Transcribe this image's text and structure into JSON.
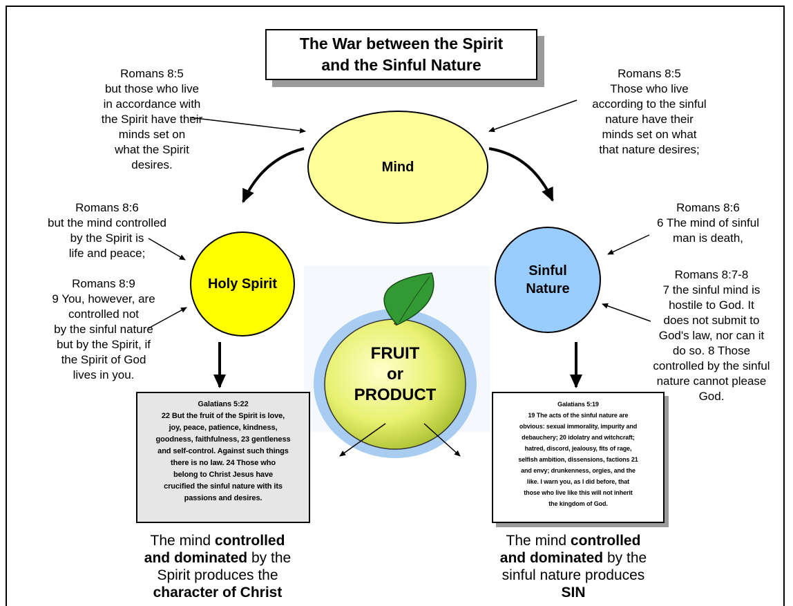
{
  "title": {
    "line1": "The War between the Spirit",
    "line2": "and the Sinful Nature"
  },
  "notes": {
    "top_left": {
      "ref": "Romans 8:5",
      "lines": [
        "but those who live",
        "in accordance with",
        "the Spirit have their",
        "minds set on",
        "what the Spirit",
        "desires."
      ]
    },
    "top_right": {
      "ref": "Romans 8:5",
      "lines": [
        "Those who live",
        "according to the sinful",
        "nature have their",
        "minds set on what",
        "that nature desires;"
      ]
    },
    "mid_left": {
      "ref": "Romans 8:6",
      "lines": [
        "but the mind controlled",
        "by the Spirit is",
        "life and peace;"
      ]
    },
    "mid_right": {
      "ref": "Romans 8:6",
      "lines": [
        "6 The mind of sinful",
        "man is death,"
      ]
    },
    "low_left": {
      "ref": "Romans 8:9",
      "lines": [
        "9 You, however, are",
        "controlled not",
        "by the sinful nature",
        "but by the Spirit, if",
        "the Spirit of God",
        "lives in you."
      ]
    },
    "low_right": {
      "ref": "Romans 8:7-8",
      "lines": [
        "7 the sinful mind is",
        "hostile to God. It",
        "does not submit to",
        "God's law, nor can it",
        "do so. 8 Those",
        "controlled by the sinful",
        "nature cannot please",
        "God."
      ]
    }
  },
  "circles": {
    "mind": "Mind",
    "holy_spirit": "Holy Spirit",
    "sinful_line1": "Sinful",
    "sinful_line2": "Nature"
  },
  "fruit": {
    "line1": "FRUIT",
    "line2": "or",
    "line3": "PRODUCT"
  },
  "verses": {
    "left": {
      "ref": "Galatians 5:22",
      "lines": [
        "22 But the fruit of the Spirit is love,",
        "joy, peace, patience, kindness,",
        "goodness, faithfulness, 23 gentleness",
        "and self-control. Against such things",
        "there is no law. 24 Those who",
        "belong to Christ Jesus have",
        "crucified the sinful nature with its",
        "passions and desires."
      ]
    },
    "right": {
      "ref": "Galatians 5:19",
      "lines": [
        "19 The acts of the sinful nature are",
        "obvious: sexual immorality, impurity and",
        "debauchery; 20 idolatry and witchcraft;",
        "hatred, discord, jealousy, fits of rage,",
        "selfish ambition, dissensions, factions 21",
        "and envy; drunkenness, orgies, and the",
        "like. I warn you, as I did before, that",
        "those who live like this will not inherit",
        "the kingdom of God."
      ]
    }
  },
  "captions": {
    "left": {
      "l1a": "The mind ",
      "l1b": "controlled",
      "l2a": "and dominated",
      "l2b": " by the",
      "l3": "Spirit produces the",
      "l4": "character of Christ"
    },
    "right": {
      "l1a": "The mind ",
      "l1b": "controlled",
      "l2a": "and dominated",
      "l2b": " by the",
      "l3": "sinful nature produces",
      "l4": "SIN"
    }
  },
  "colors": {
    "mind_fill": "#ffff99",
    "holy_spirit_fill": "#ffff00",
    "sinful_nature_fill": "#99ccff",
    "fruit_fill": "#e8f070",
    "leaf_fill": "#339933",
    "fruit_glow": "#a8cdf0"
  },
  "icons": [
    "apple-fruit-icon"
  ]
}
